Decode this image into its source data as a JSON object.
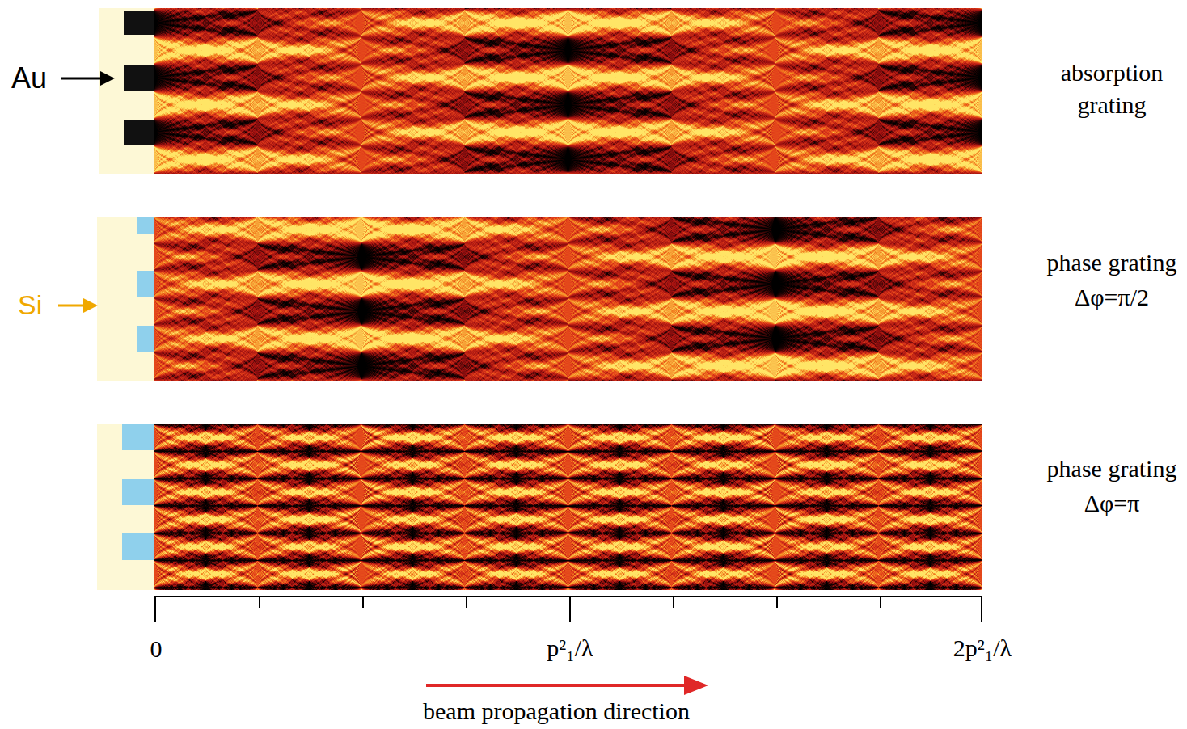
{
  "diagram": {
    "labels": [
      "Au",
      "Si",
      "absorption grating",
      "phase grating Δφ=π/2",
      "phase grating Δφ=π",
      "0",
      "p²₁/λ",
      "2p²₁/λ",
      "beam propagation direction"
    ]
  }
}
